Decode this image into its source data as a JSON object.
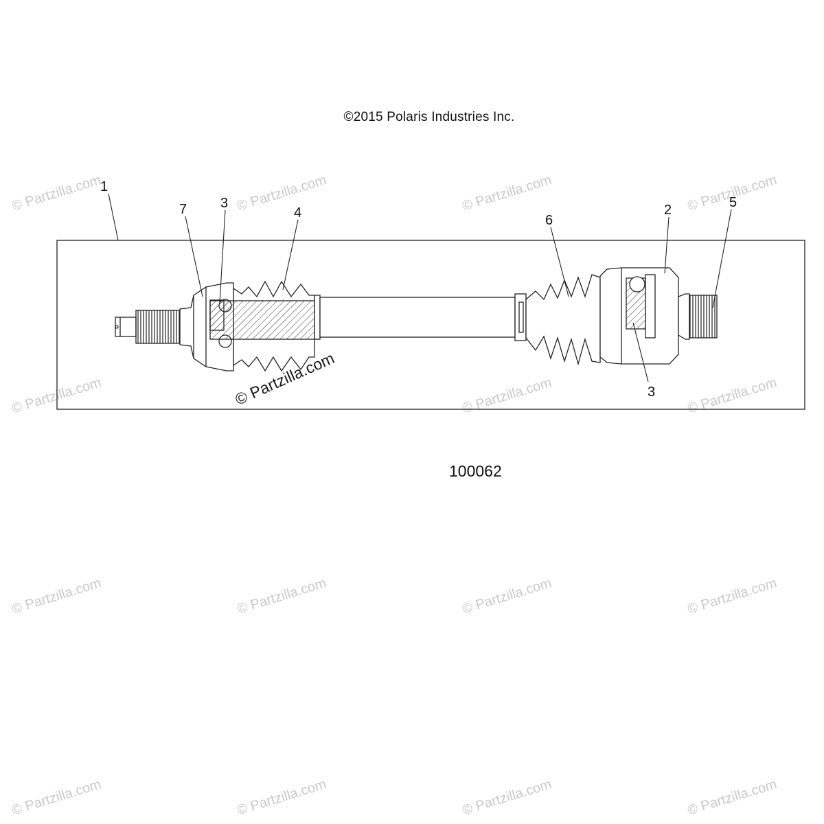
{
  "copyright": "©2015 Polaris Industries Inc.",
  "figure_id": "100062",
  "watermark_text": "© Partzilla.com",
  "callouts": [
    {
      "id": "c1",
      "label": "1"
    },
    {
      "id": "c7",
      "label": "7"
    },
    {
      "id": "c3a",
      "label": "3"
    },
    {
      "id": "c4",
      "label": "4"
    },
    {
      "id": "c6",
      "label": "6"
    },
    {
      "id": "c2",
      "label": "2"
    },
    {
      "id": "c5",
      "label": "5"
    },
    {
      "id": "c3b",
      "label": "3"
    }
  ]
}
